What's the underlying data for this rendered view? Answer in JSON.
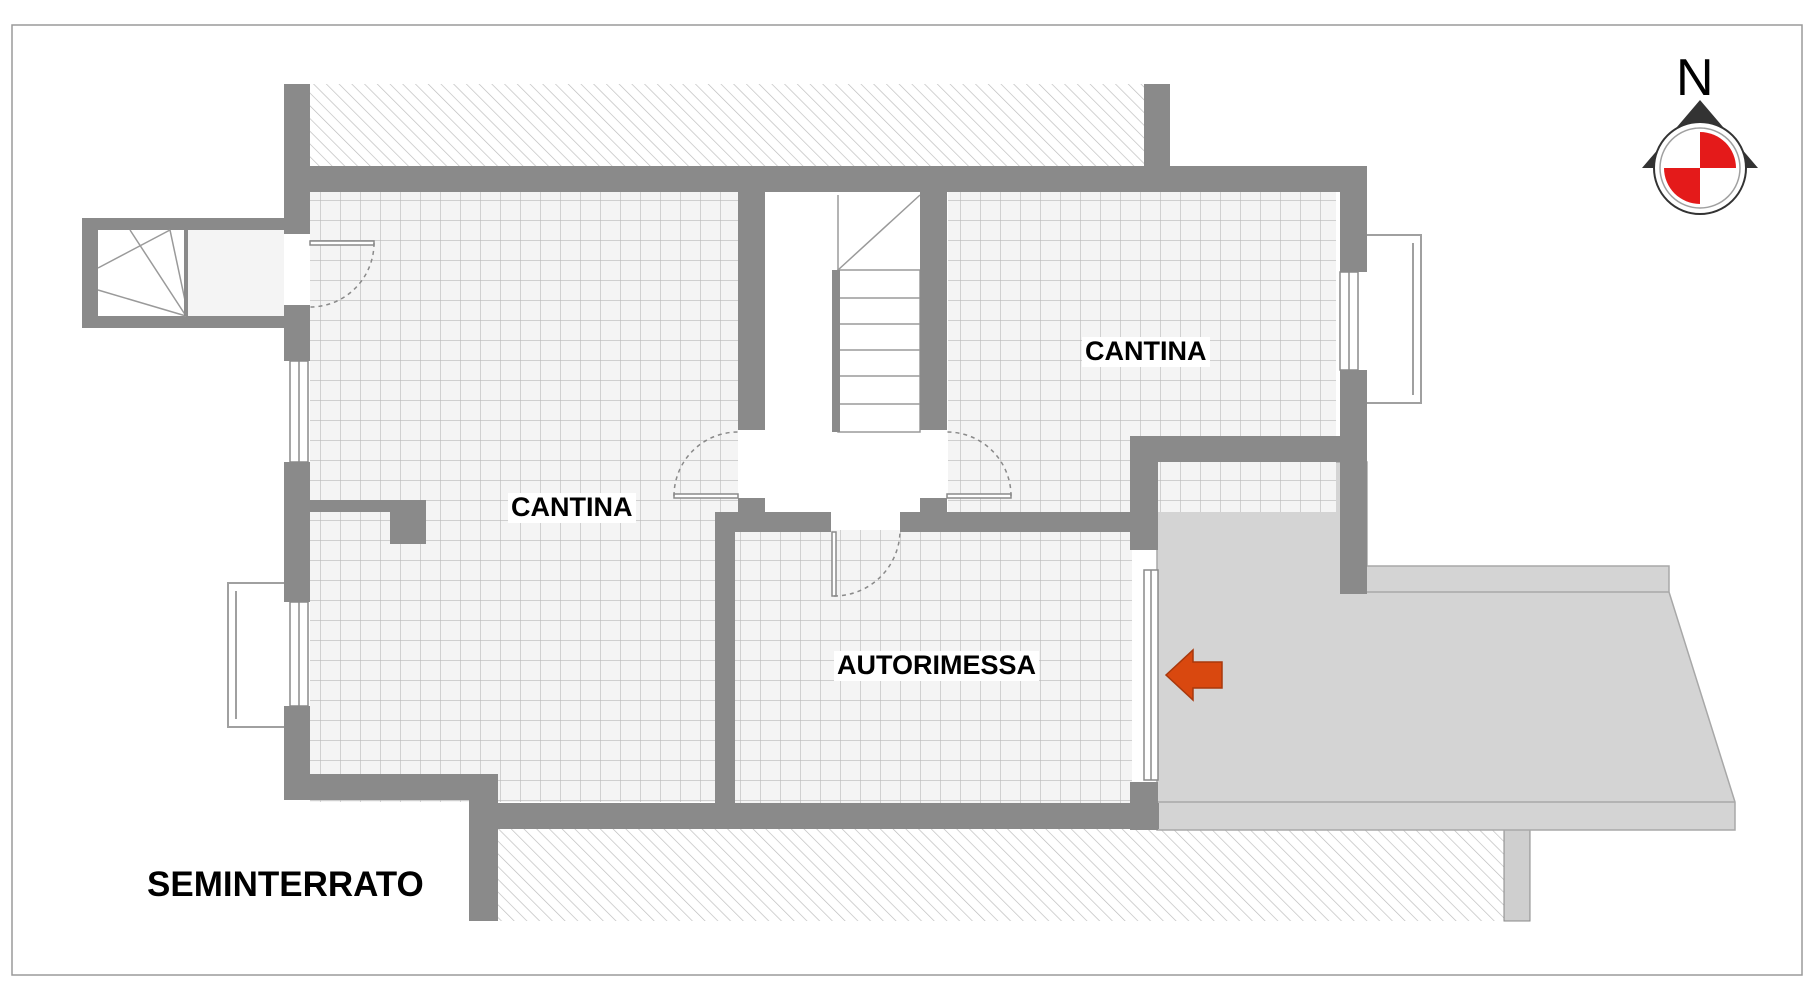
{
  "floor_plan": {
    "level_label": "SEMINTERRATO",
    "north_letter": "N",
    "rooms": [
      {
        "label": "CANTINA"
      },
      {
        "label": "CANTINA"
      },
      {
        "label": "AUTORIMESSA"
      }
    ],
    "entrance_marker": "entrance-arrow-icon",
    "compass": "north-compass-icon"
  },
  "colors": {
    "wall": "#8a8a8a",
    "floor_tile_grid": "#b9b9b9",
    "floor": "#f4f4f4",
    "ramp": "#d4d4d4",
    "hatch": "#bbbbbb",
    "entrance_arrow": "#d9480f",
    "compass_red": "#e41a1a"
  }
}
